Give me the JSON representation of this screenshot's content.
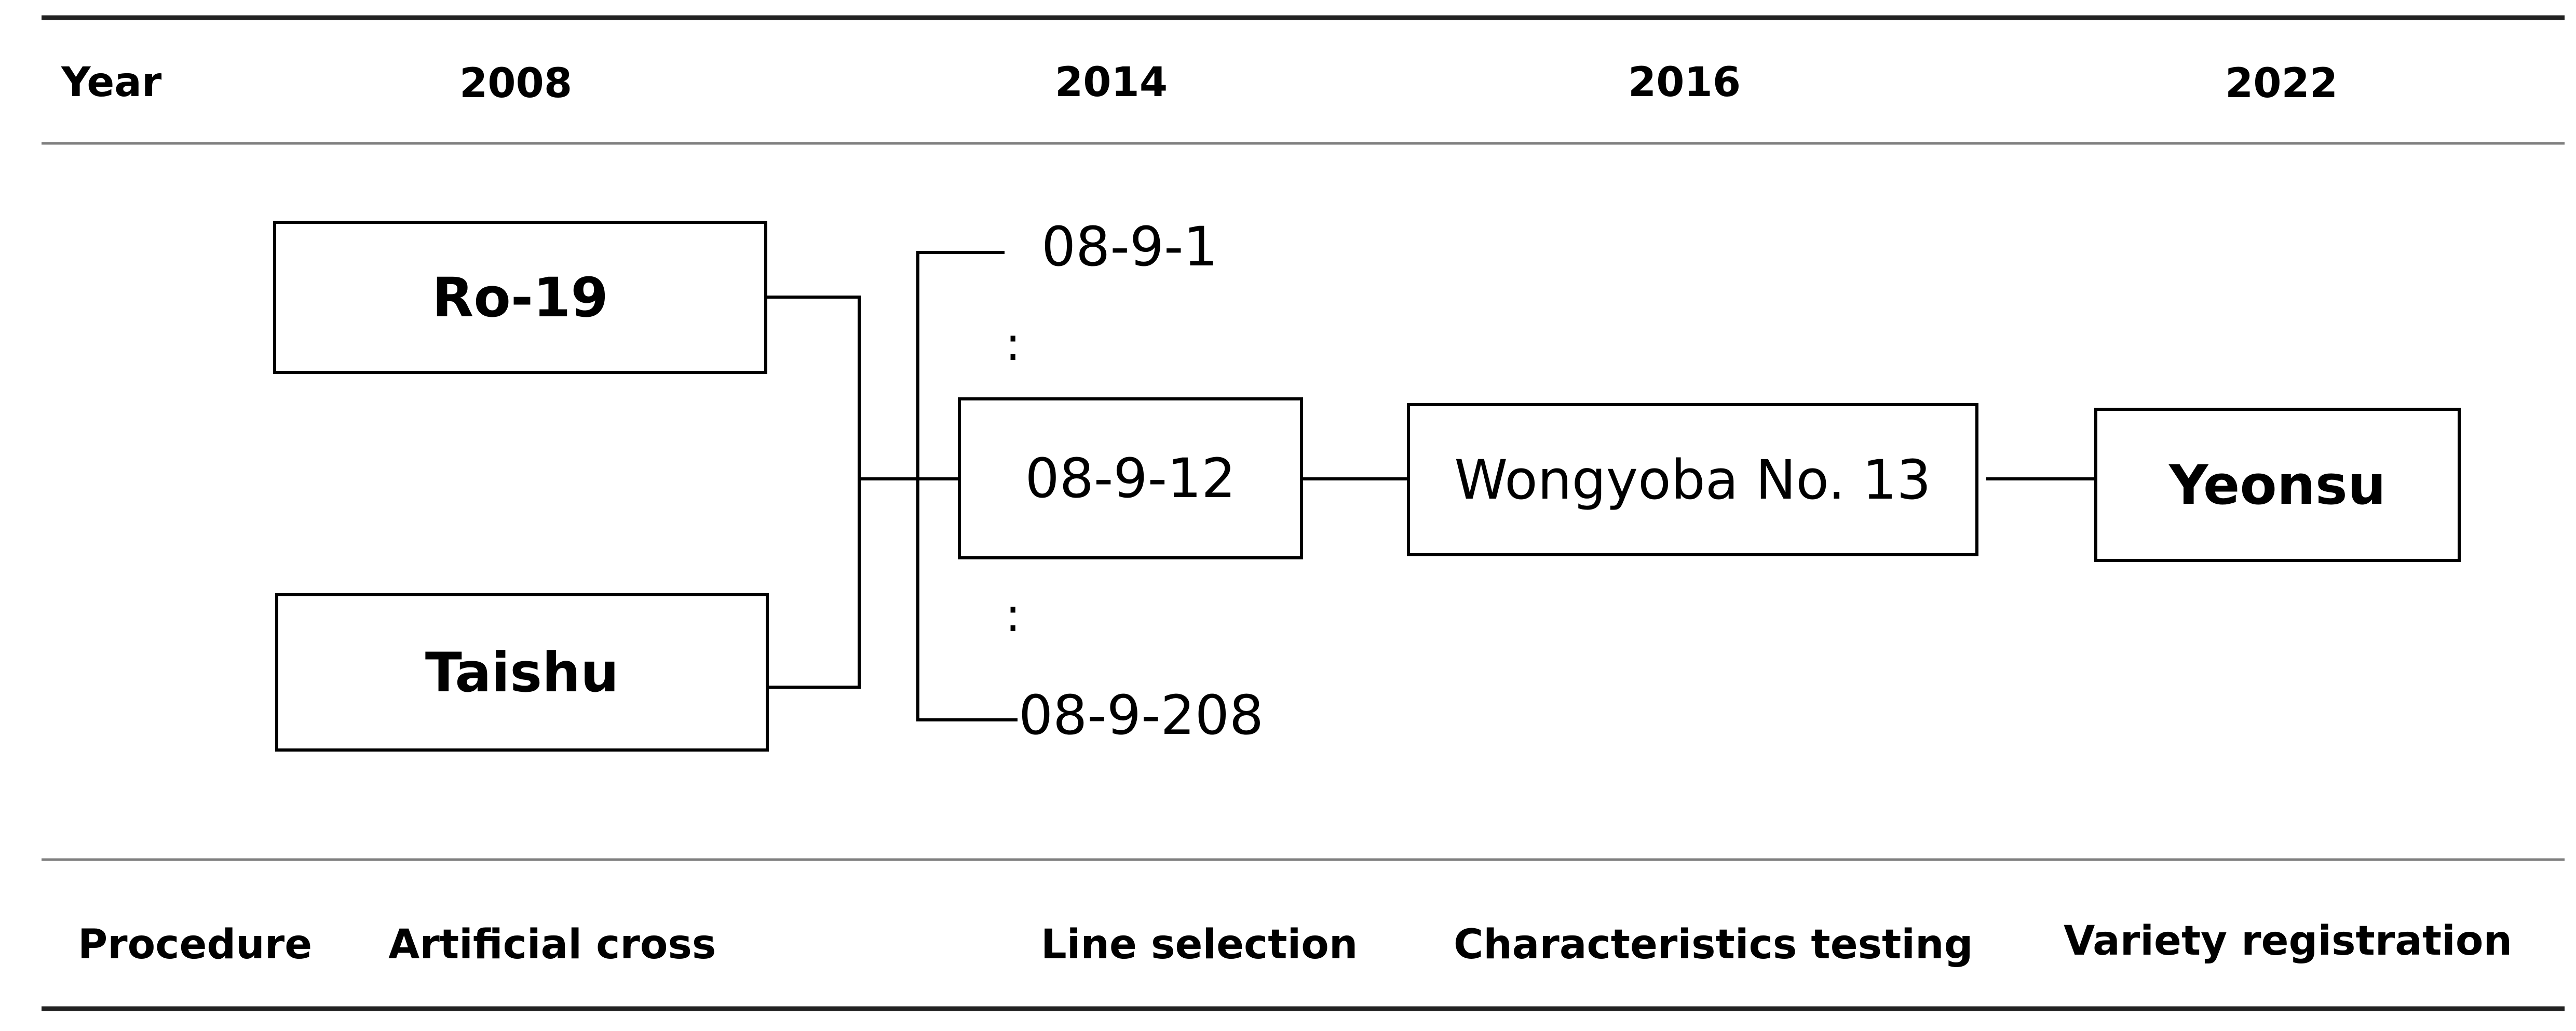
{
  "header": {
    "year_label": "Year",
    "years": [
      "2008",
      "2014",
      "2016",
      "2022"
    ]
  },
  "footer": {
    "procedure_label": "Procedure",
    "steps": [
      "Artificial cross",
      "Line selection",
      "Characteristics testing",
      "Variety registration"
    ]
  },
  "parents": {
    "p1": "Ro-19",
    "p2": "Taishu"
  },
  "lines": {
    "first": "08-9-1",
    "ellipsis": ":",
    "selected": "08-9-12",
    "last": "08-9-208"
  },
  "testing": {
    "name": "Wongyoba No. 13"
  },
  "variety": {
    "name": "Yeonsu"
  },
  "colors": {
    "line": "#000000",
    "rule_thin": "#7f7f7f",
    "background": "#ffffff"
  }
}
